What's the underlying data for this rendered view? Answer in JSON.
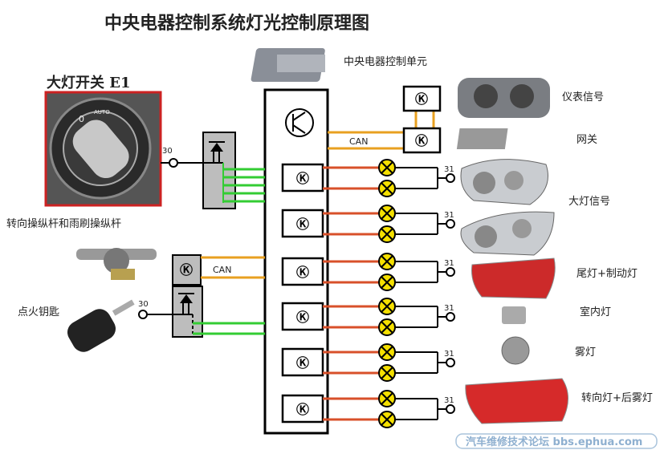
{
  "title": "中央电器控制系统灯光控制原理图",
  "switch_label": "大灯开关 E1",
  "switch_knob": {
    "off": "0",
    "auto": "AUTO"
  },
  "central_unit_label": "中央电器控制单元",
  "left_labels": {
    "stalks": "转向操纵杆和雨刷操纵杆",
    "ignition": "点火钥匙"
  },
  "terminal_30": "30",
  "ground_31": "31",
  "can_label": "CAN",
  "right_labels": {
    "instrument": "仪表信号",
    "gateway": "网关",
    "headlight": "大灯信号",
    "tail_brake": "尾灯+制动灯",
    "interior": "室内灯",
    "fog": "雾灯",
    "turn_rear_fog": "转向灯+后雾灯"
  },
  "watermark": "汽车维修技术论坛 bbs.ephua.com",
  "colors": {
    "can": "#e8a020",
    "output": "#d8502a",
    "input": "#33cc33",
    "frame": "#cc2222",
    "lamp": "#f5e000"
  }
}
